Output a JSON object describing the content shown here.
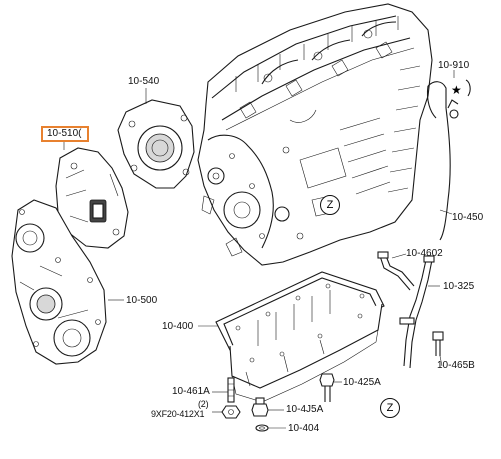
{
  "labels": {
    "highlighted": "10-510(",
    "p10_540": "10-540",
    "p10_910": "10-910",
    "p10_450": "10-450",
    "p10_4602": "10-4602",
    "p10_325": "10-325",
    "p10_500": "10-500",
    "p10_400": "10-400",
    "p10_465B": "10-465B",
    "p10_461A": "10-461A",
    "p10_425A": "10-425A",
    "qty": "(2)",
    "p9XF20": "9XF20-412X1",
    "p10_4J5A": "10-4J5A",
    "p10_404": "10-404"
  },
  "callouts": {
    "z_upper": "Z",
    "z_lower": "Z",
    "star": "★"
  },
  "colors": {
    "highlight": "#e8812f",
    "line": "#1a1a1a"
  }
}
